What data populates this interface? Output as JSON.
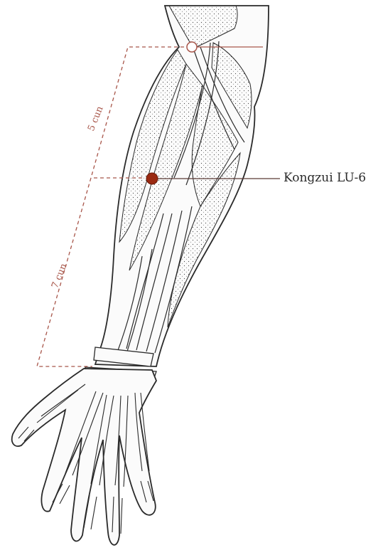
{
  "point": {
    "label": "Kongzui LU-6"
  },
  "measurements": [
    {
      "label": "5 cun"
    },
    {
      "label": "7 cun"
    }
  ],
  "colors": {
    "point_fill": "#9a2a12",
    "guide": "#a8564a",
    "outline": "#2a2a2a",
    "label_text": "#2a2a2a",
    "measure_text": "#a8564a"
  }
}
